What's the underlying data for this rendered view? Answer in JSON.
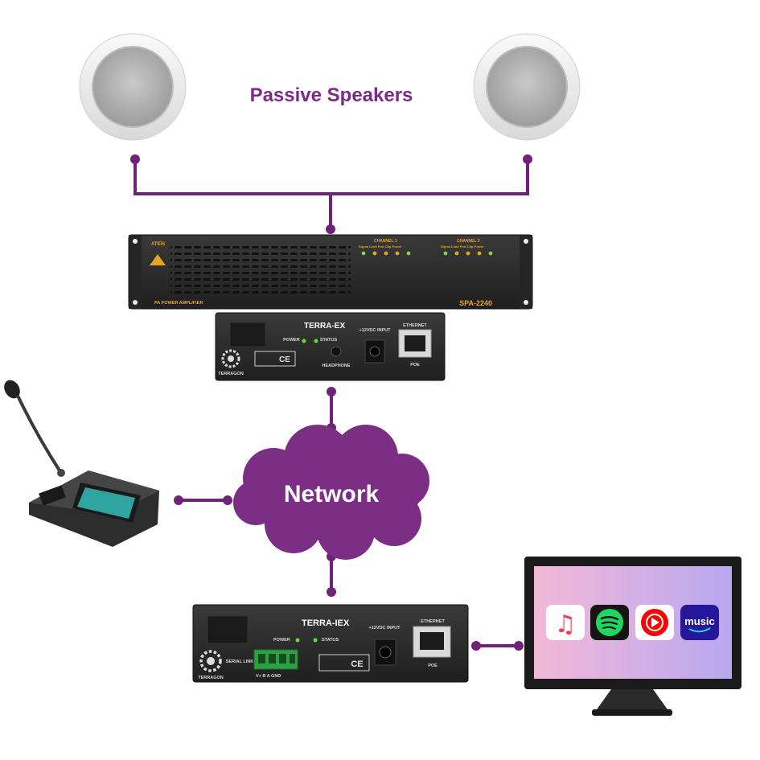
{
  "diagram": {
    "title": "Passive Speakers",
    "network_label": "Network",
    "amplifier": {
      "brand": "ATEÏS",
      "caption": "PA POWER AMPLIFIER",
      "model": "SPA-2240",
      "channel1": "CHANNEL 1",
      "channel2": "CHANNEL 2",
      "indicator_labels": "Signal  Limit  Prot  Clip  Power"
    },
    "terra_ex": {
      "name": "TERRA-EX",
      "brand": "TERRAGON",
      "power": "POWER",
      "status": "STATUS",
      "headphone": "HEADPHONE",
      "dc_input": "+12VDC INPUT",
      "ethernet": "ETHERNET",
      "poe": "POE"
    },
    "terra_iex": {
      "name": "TERRA-IEX",
      "brand": "TERRAGON",
      "power": "POWER",
      "status": "STATUS",
      "serial": "SERIAL LINK",
      "terminals": "V+  B   A  GND",
      "dc_input": "+12VDC INPUT",
      "ethernet": "ETHERNET",
      "poe": "POE"
    },
    "tv_apps": [
      {
        "name": "Apple Music",
        "icon": "music-note-icon",
        "label": "♫"
      },
      {
        "name": "Spotify",
        "icon": "spotify-icon",
        "label": ""
      },
      {
        "name": "YouTube Music",
        "icon": "youtube-music-icon",
        "label": ""
      },
      {
        "name": "Amazon Music",
        "icon": "amazon-music-icon",
        "label": "music"
      }
    ],
    "colors": {
      "accent": "#7b2a86",
      "connector": "#6e2378",
      "device_dark": "#2b2b2b",
      "amp_text": "#e7a323"
    }
  }
}
